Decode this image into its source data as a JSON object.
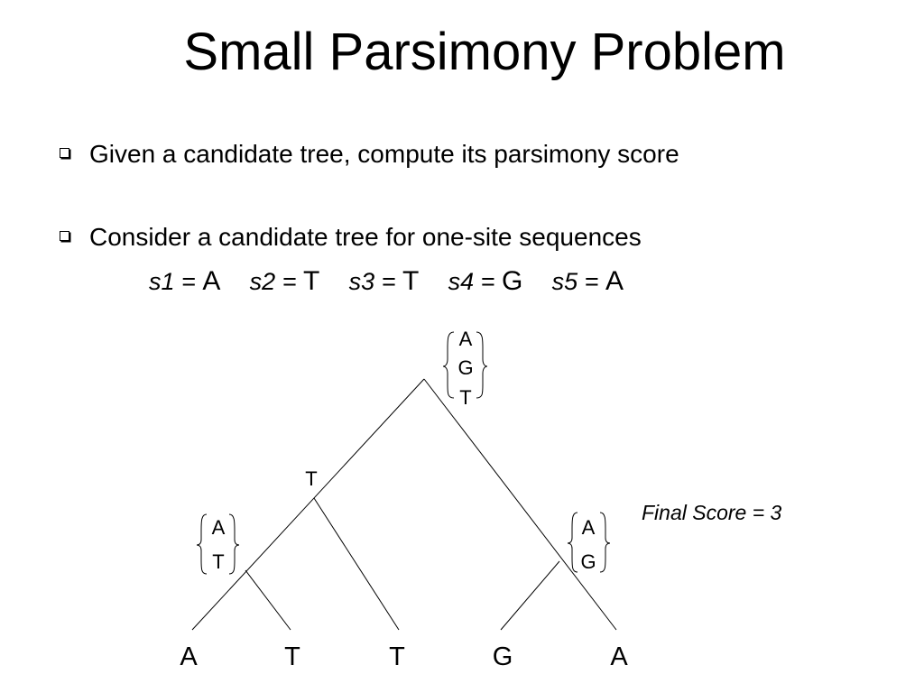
{
  "title": "Small Parsimony Problem",
  "bullets": [
    "Given a candidate tree, compute its parsimony score",
    "Consider a candidate tree for one-site sequences"
  ],
  "sequences": [
    {
      "name": "s1",
      "value": "A"
    },
    {
      "name": "s2",
      "value": "T"
    },
    {
      "name": "s3",
      "value": "T"
    },
    {
      "name": "s4",
      "value": "G"
    },
    {
      "name": "s5",
      "value": "A"
    }
  ],
  "tree": {
    "leaves": [
      "A",
      "T",
      "T",
      "G",
      "A"
    ],
    "root_set": [
      "A",
      "G",
      "T"
    ],
    "left_internal_set": [
      "T"
    ],
    "left_lower_set": [
      "A",
      "T"
    ],
    "right_lower_set": [
      "A",
      "G"
    ]
  },
  "final_score": "Final Score = 3"
}
